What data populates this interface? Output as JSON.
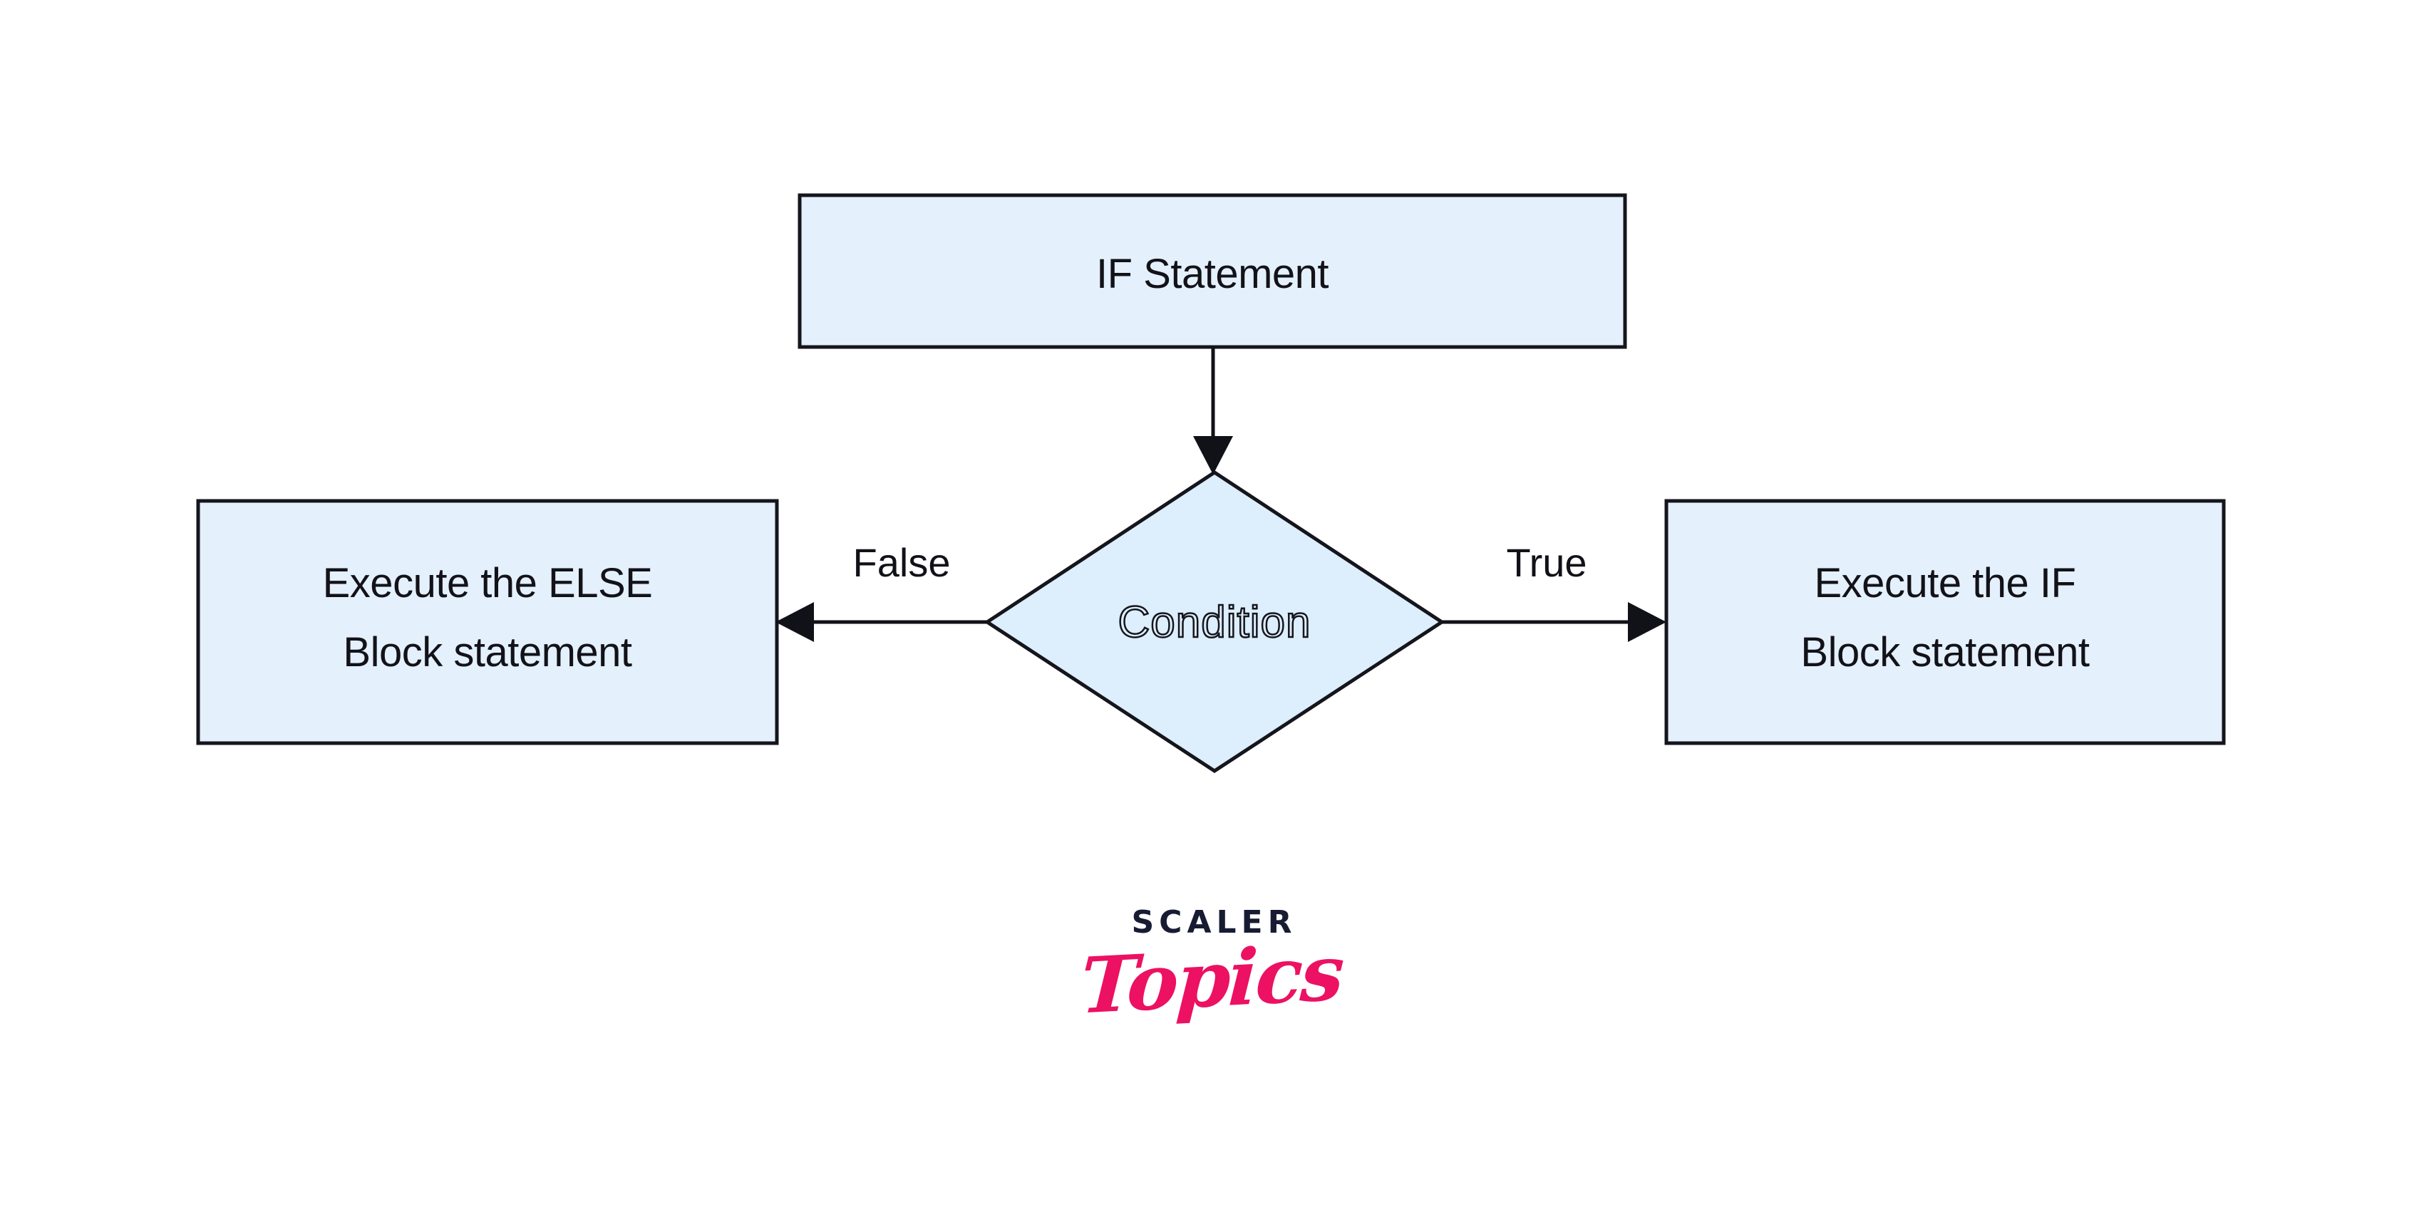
{
  "diagram": {
    "type": "flowchart",
    "title": "IF-ELSE statement flowchart",
    "colors": {
      "node_fill": "#e4f0fc",
      "node_stroke": "#15151c",
      "connector": "#111118",
      "logo_dark": "#171c33",
      "logo_pink": "#ec1162",
      "background": "#ffffff"
    },
    "nodes": {
      "start": {
        "shape": "rectangle",
        "label": "IF Statement"
      },
      "decision": {
        "shape": "diamond",
        "label": "Condition"
      },
      "else_branch": {
        "shape": "rectangle",
        "label": "Execute the ELSE\nBlock statement"
      },
      "if_branch": {
        "shape": "rectangle",
        "label": "Execute the IF\nBlock statement"
      }
    },
    "edges": {
      "start_to_decision": {
        "label": "",
        "direction": "down"
      },
      "decision_to_else": {
        "label": "False",
        "direction": "left"
      },
      "decision_to_if": {
        "label": "True",
        "direction": "right"
      }
    }
  },
  "logo": {
    "word_top": "SCALER",
    "word_bottom": "Topics"
  }
}
